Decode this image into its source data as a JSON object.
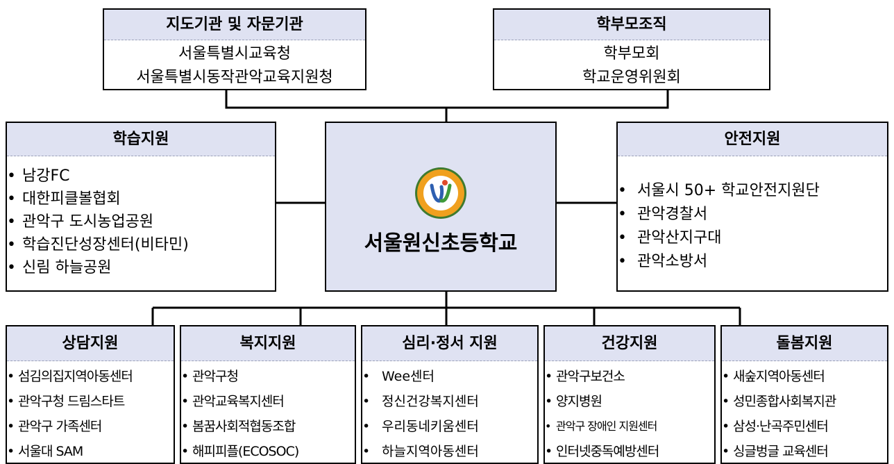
{
  "guidance": {
    "title": "지도기관 및 자문기관",
    "lines": [
      "서울특별시교육청",
      "서울특별시동작관악교육지원청"
    ]
  },
  "parents": {
    "title": "학부모조직",
    "lines": [
      "학부모회",
      "학교운영위원회"
    ]
  },
  "learning": {
    "title": "학습지원",
    "items": [
      "남강FC",
      "대한피클볼협회",
      "관악구 도시농업공원",
      "학습진단성장센터(비타민)",
      "신림 하늘공원"
    ]
  },
  "school": {
    "name": "서울원신초등학교",
    "logo": "school-emblem"
  },
  "safety": {
    "title": "안전지원",
    "items": [
      "서울시 50+ 학교안전지원단",
      "관악경찰서",
      "관악산지구대",
      "관악소방서"
    ]
  },
  "counseling": {
    "title": "상담지원",
    "items": [
      "섬김의집지역아동센터",
      "관악구청 드림스타트",
      "관악구 가족센터",
      "서울대 SAM"
    ]
  },
  "welfare": {
    "title": "복지지원",
    "items": [
      "관악구청",
      "관악교육복지센터",
      "봄꿈사회적협동조합",
      "해피피플(ECOSOC)"
    ]
  },
  "psych": {
    "title": "심리·정서 지원",
    "items": [
      "Wee센터",
      "정신건강복지센터",
      "우리동네키움센터",
      "하늘지역아동센터"
    ]
  },
  "health": {
    "title": "건강지원",
    "items": [
      "관악구보건소",
      "양지병원",
      "관악구 장애인 지원센터",
      "인터넷중독예방센터"
    ]
  },
  "care": {
    "title": "돌봄지원",
    "items": [
      "새숲지역아동센터",
      "성민종합사회복지관",
      "삼성·난곡주민센터",
      "싱글벙글 교육센터"
    ]
  }
}
